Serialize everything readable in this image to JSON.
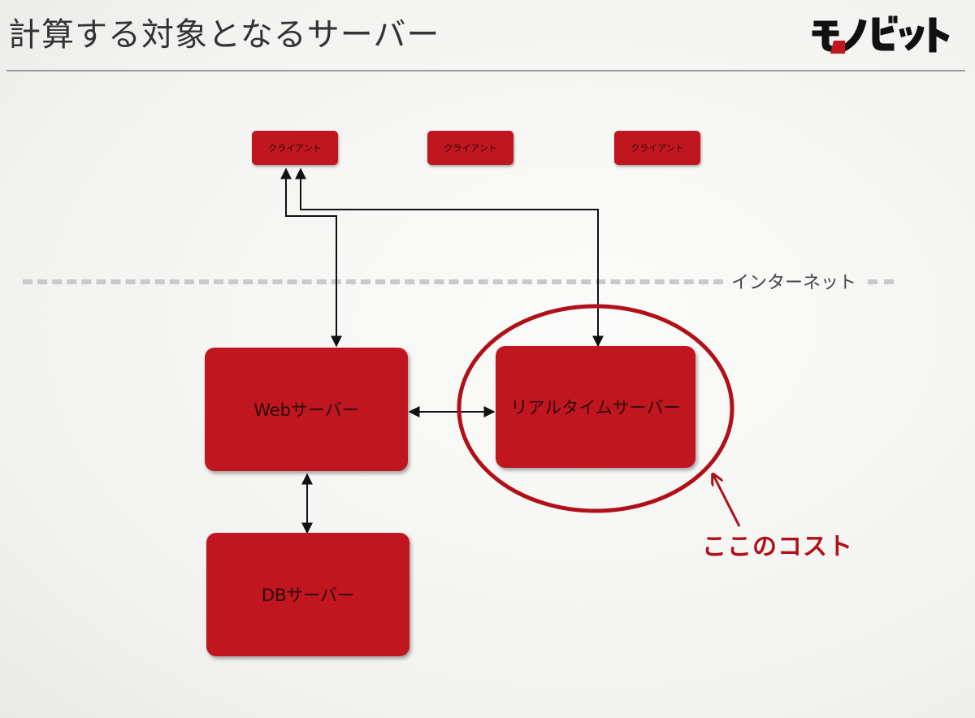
{
  "title": "計算する対象となるサーバー",
  "network": {
    "label": "インターネット"
  },
  "clients": [
    {
      "label": "クライアント"
    },
    {
      "label": "クライアント"
    },
    {
      "label": "クライアント"
    }
  ],
  "servers": {
    "web": {
      "label": "Webサーバー"
    },
    "realtime": {
      "label": "リアルタイムサーバー"
    },
    "db": {
      "label": "DBサーバー"
    }
  },
  "annotation": {
    "label": "ここのコスト"
  },
  "colors": {
    "box": "#c0161f",
    "highlight": "#b01018",
    "connector": "#111111"
  }
}
